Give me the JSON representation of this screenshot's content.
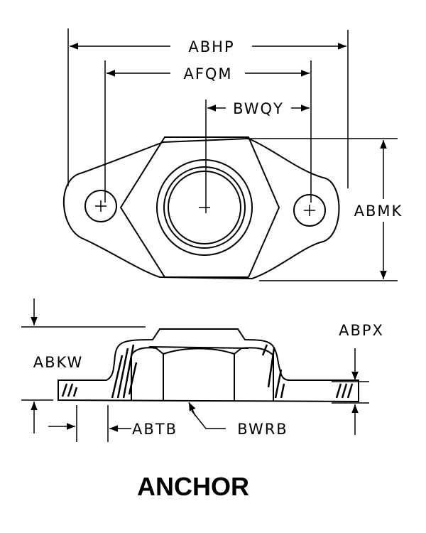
{
  "title": "ANCHOR",
  "top_view": {
    "dimensions": {
      "overall_length": "ABHP",
      "hole_spacing": "AFQM",
      "half_spacing": "BWQY",
      "height": "ABMK"
    }
  },
  "side_view": {
    "dimensions": {
      "overall_height": "ABKW",
      "flange_thickness": "ABPX",
      "hole_edge": "ABTB",
      "nut": "BWRB"
    }
  }
}
